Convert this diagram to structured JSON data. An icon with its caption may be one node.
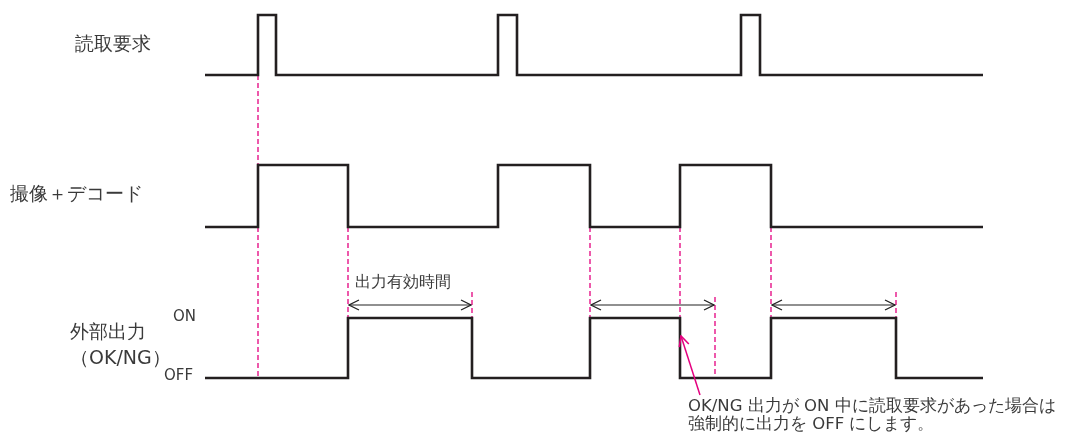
{
  "diagram": {
    "nodes": [
      {
        "text": [
          "OK/NG 出力が ON 中に読取要求があった場合は強制的に出力を OFF にします。"
        ]
      },
      {
        "text": [],
        "shape": "waveform"
      }
    ],
    "edges": [
      {
        "from": 0,
        "to": 1,
        "arrow": "to",
        "color": "#e4007f"
      }
    ],
    "labels": [
      "読取要求",
      "撮像＋デコード",
      "出力有効時間",
      "ON",
      "外部出力（OK/NG）",
      "OFF"
    ]
  }
}
